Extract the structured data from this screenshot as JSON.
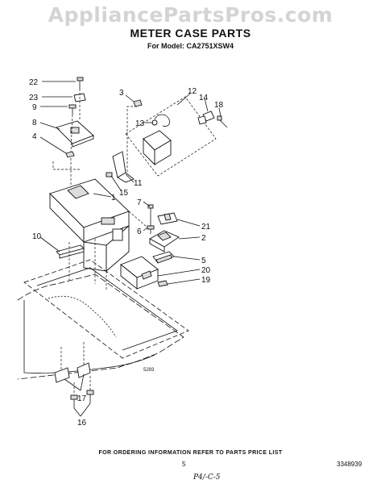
{
  "watermark": "AppliancePartsPros.com",
  "header": {
    "title": "METER CASE PARTS",
    "subtitle": "For Model: CA2751XSW4"
  },
  "callouts": [
    "22",
    "23",
    "9",
    "8",
    "4",
    "3",
    "12",
    "14",
    "18",
    "13",
    "11",
    "15",
    "1",
    "7",
    "6",
    "21",
    "2",
    "10",
    "5",
    "20",
    "19",
    "17",
    "16"
  ],
  "diagram_code": "5293",
  "footer": {
    "ordering_note": "FOR ORDERING INFORMATION REFER TO PARTS PRICE LIST",
    "page_number": "5",
    "doc_number": "3348939",
    "handwritten": "P4/-C-5"
  }
}
